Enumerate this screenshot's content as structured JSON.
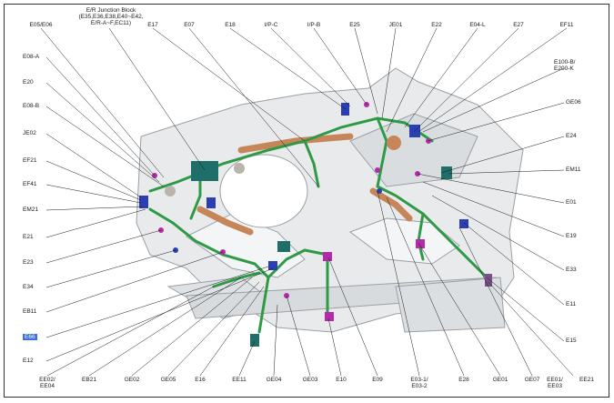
{
  "diagram": {
    "header": {
      "junction_block_title": "E/R Junction Block",
      "junction_block_sub1": "(E35,E36,E38,E40~E42,",
      "junction_block_sub2": "E/R-A~F,EC11)"
    },
    "top_labels": [
      "E05/E06",
      "E17",
      "E07",
      "E18",
      "I/P-C",
      "I/P-B",
      "E25",
      "JE01",
      "E22",
      "E04-L",
      "E27",
      "EF11"
    ],
    "left_labels": [
      "E08-A",
      "E20",
      "E08-B",
      "JE02",
      "EF21",
      "EF41",
      "EM21",
      "E21",
      "E23",
      "E34",
      "EB11",
      "E66",
      "E12"
    ],
    "right_labels": [
      "E100-B/ E200-K",
      "GE06",
      "E24",
      "EM11",
      "E01",
      "E19",
      "E33",
      "E11",
      "E15"
    ],
    "bottom_labels": [
      "EE02/ EE04",
      "EB21",
      "GE02",
      "GE05",
      "E16",
      "EE11",
      "GE04",
      "GE03",
      "E10",
      "E09",
      "E03-1/ E03-2",
      "E28",
      "GE01",
      "GE07",
      "EE01/ EE03",
      "EE21"
    ],
    "highlighted_label": "E66",
    "colors": {
      "harness": "#2f9a45",
      "body": "#e6e8ea",
      "body_edge": "#9aa0a6",
      "copper_tube": "#c7865a",
      "connector_blue": "#2b3fb3",
      "connector_magenta": "#b52aa8",
      "connector_teal": "#1f6e6a",
      "highlight": "#3b6fe0"
    }
  }
}
